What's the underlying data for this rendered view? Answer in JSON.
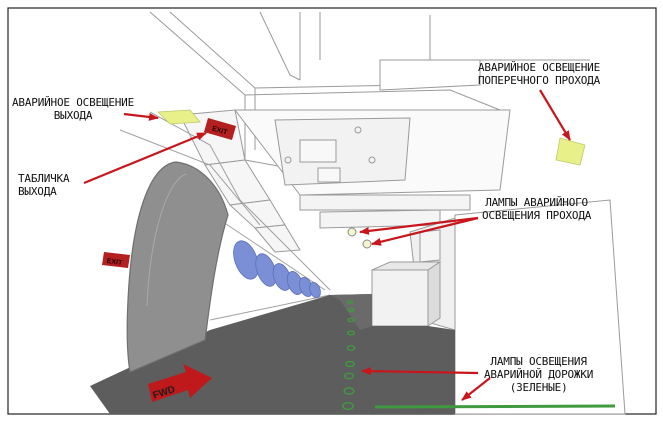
{
  "labels": {
    "exit_lighting": "АВАРИЙНОЕ ОСВЕЩЕНИЕ\nВЫХОДА",
    "cross_aisle": "АВАРИЙНОЕ ОСВЕЩЕНИЕ\nПОПЕРЕЧНОГО ПРОХОДА",
    "exit_sign": "ТАБЛИЧКА\nВЫХОДА",
    "aisle_lamps": "ЛАМПЫ АВАРИЙНОГО\nОСВЕЩЕНИЯ ПРОХОДА",
    "path_lamps": "ЛАМПЫ ОСВЕЩЕНИЯ\nАВАРИЙНОЙ ДОРОЖКИ\n(ЗЕЛЕНЫЕ)"
  },
  "signs": {
    "exit_wall": "EXIT",
    "exit_ceiling": "EXIT",
    "fwd": "FWD"
  },
  "colors": {
    "arrow": "#c8161d",
    "floor": "#5d5d5d",
    "door": "#8f8f8f",
    "window": "#7b8fd6",
    "light_panel": "#e8f08a",
    "path_light": "#3f9a3f",
    "exit_sign": "#b3201f"
  }
}
